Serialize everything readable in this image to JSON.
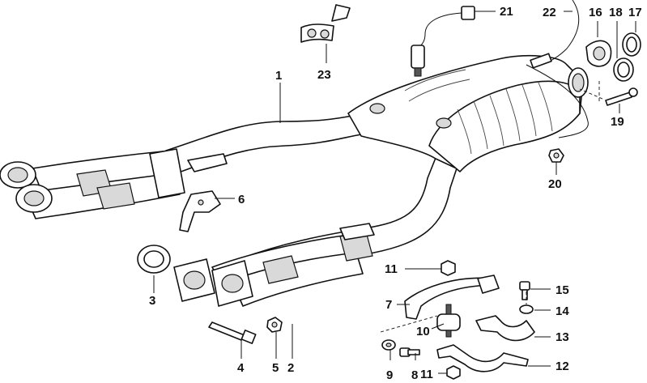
{
  "diagram": {
    "callouts": [
      {
        "id": "c1",
        "text": "1"
      },
      {
        "id": "c2",
        "text": "2"
      },
      {
        "id": "c3",
        "text": "3"
      },
      {
        "id": "c4",
        "text": "4"
      },
      {
        "id": "c5",
        "text": "5"
      },
      {
        "id": "c6",
        "text": "6"
      },
      {
        "id": "c7",
        "text": "7"
      },
      {
        "id": "c8",
        "text": "8"
      },
      {
        "id": "c9",
        "text": "9"
      },
      {
        "id": "c10",
        "text": "10"
      },
      {
        "id": "c11a",
        "text": "11"
      },
      {
        "id": "c11b",
        "text": "11"
      },
      {
        "id": "c12",
        "text": "12"
      },
      {
        "id": "c13",
        "text": "13"
      },
      {
        "id": "c14",
        "text": "14"
      },
      {
        "id": "c15",
        "text": "15"
      },
      {
        "id": "c16",
        "text": "16"
      },
      {
        "id": "c17",
        "text": "17"
      },
      {
        "id": "c18",
        "text": "18"
      },
      {
        "id": "c19",
        "text": "19"
      },
      {
        "id": "c20",
        "text": "20"
      },
      {
        "id": "c21",
        "text": "21"
      },
      {
        "id": "c22",
        "text": "22"
      },
      {
        "id": "c23",
        "text": "23"
      }
    ]
  }
}
